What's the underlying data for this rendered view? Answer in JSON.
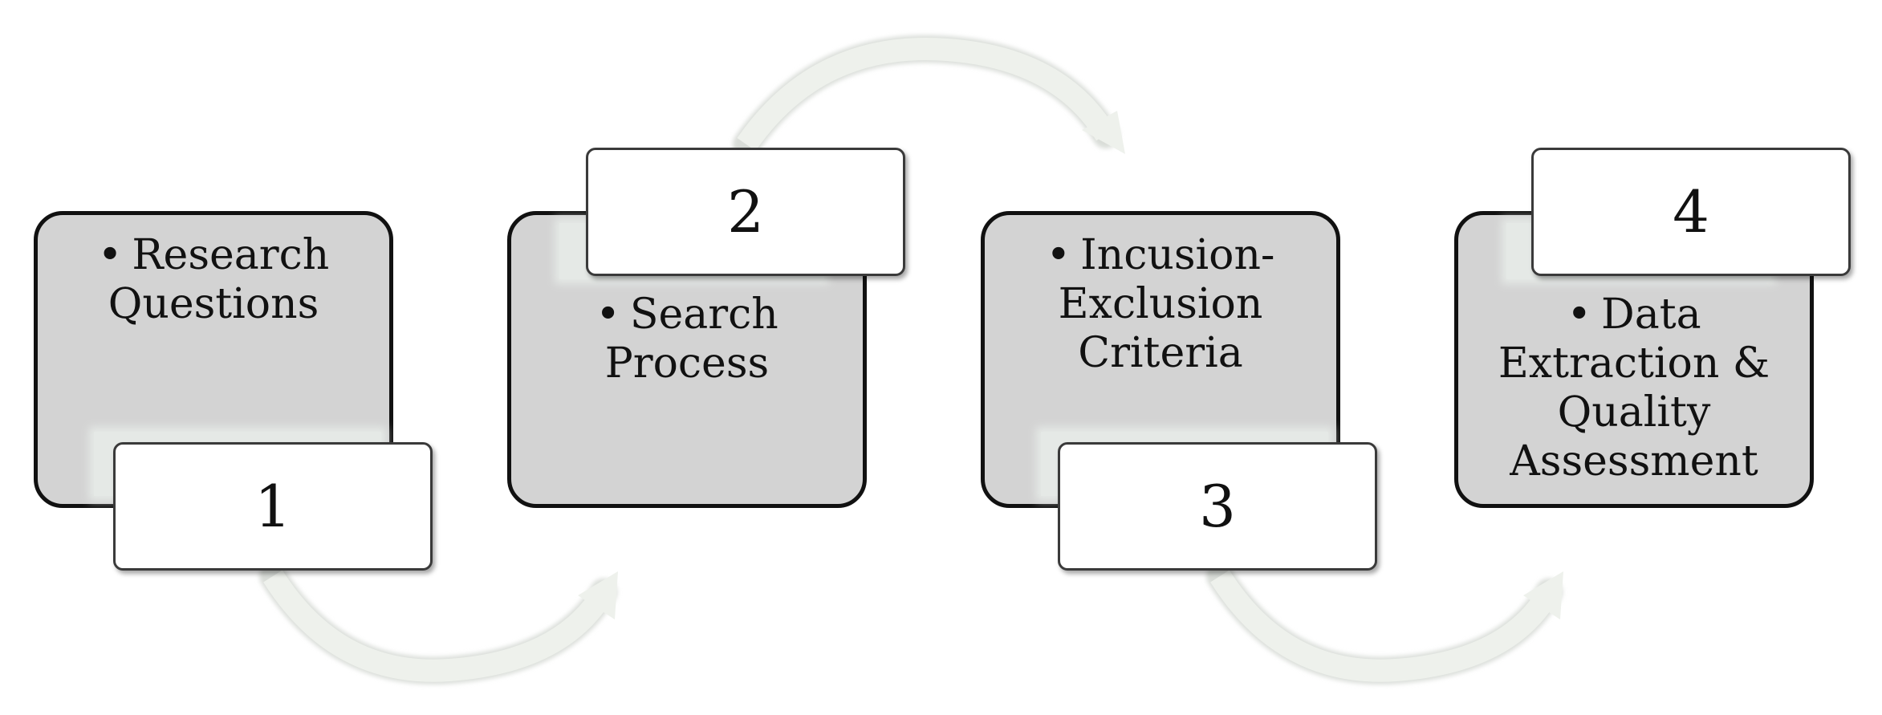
{
  "steps": [
    {
      "number": "1",
      "lines": [
        "Research",
        "Questions"
      ]
    },
    {
      "number": "2",
      "lines": [
        "Search Process"
      ]
    },
    {
      "number": "3",
      "lines": [
        "Incusion-",
        "Exclusion",
        "Criteria"
      ]
    },
    {
      "number": "4",
      "lines": [
        "Data",
        "Extraction &",
        "Quality",
        "Assessment"
      ]
    }
  ],
  "colors": {
    "box_fill": "#d3d3d3",
    "box_border": "#111111",
    "arrow": "#e9ede8",
    "tab_fill": "#ffffff"
  }
}
